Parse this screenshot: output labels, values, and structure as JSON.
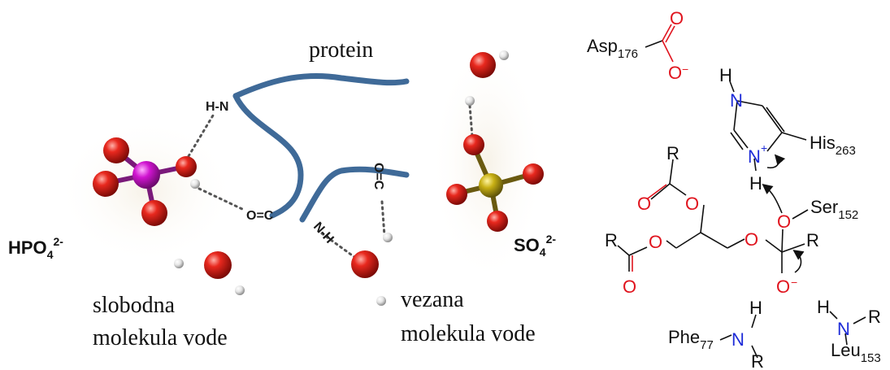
{
  "left_figure": {
    "protein_label": "protein",
    "phosphate_label": "HPO",
    "phosphate_sub": "4",
    "phosphate_charge": "2-",
    "sulfate_label": "SO",
    "sulfate_sub": "4",
    "sulfate_charge": "2-",
    "free_water_label_1": "slobodna",
    "free_water_label_2": "molekula vode",
    "bound_water_label_1": "vezana",
    "bound_water_label_2": "molekula vode",
    "bond_hn": "H-N",
    "bond_oc": "O=C",
    "bond_nh": "N-H",
    "bond_oc_vertical": "O=C"
  },
  "right_figure": {
    "asp": "Asp",
    "asp_sub": "176",
    "his": "His",
    "his_sub": "263",
    "ser": "Ser",
    "ser_sub": "152",
    "phe": "Phe",
    "phe_sub": "77",
    "leu": "Leu",
    "leu_sub": "153",
    "atom_o": "O",
    "atom_n": "N",
    "atom_h": "H",
    "atom_r": "R",
    "charge_minus": "−",
    "charge_plus": "+"
  },
  "colors": {
    "protein_chain": "#3f6a98",
    "oxygen_atom": "#d81c1c",
    "phosphorus_atom": "#c010c0",
    "sulfur_atom": "#b8a010",
    "hydrogen_atom": "#e0e0e0",
    "oxygen_text": "#e0141e",
    "nitrogen_text": "#1e2cd8"
  }
}
